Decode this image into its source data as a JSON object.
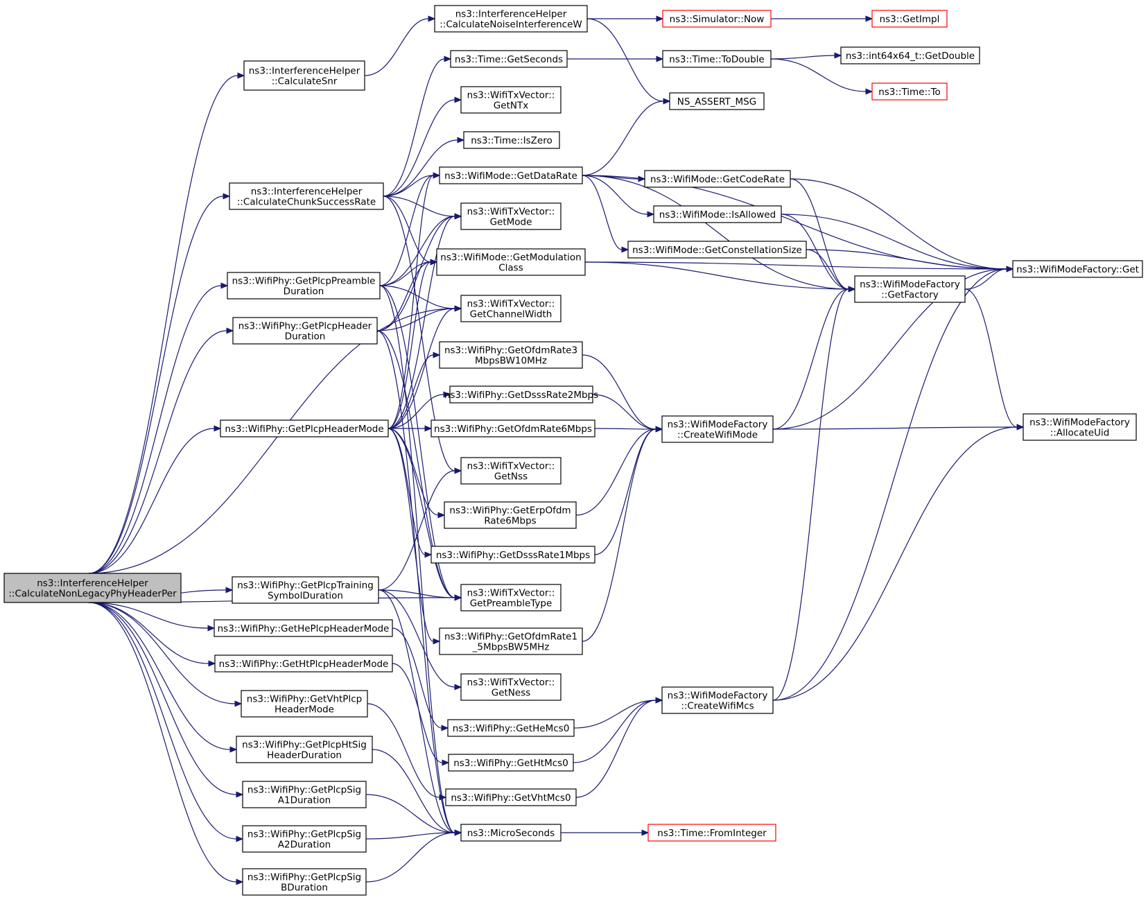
{
  "colors": {
    "edge": "#191970",
    "node_border": "#000000",
    "truncated_border": "#ff0000",
    "root_fill": "#bfbfbf",
    "node_fill": "#ffffff"
  },
  "nodes": [
    {
      "id": "root",
      "lines": [
        "ns3::InterferenceHelper",
        "::CalculateNonLegacyPhyHeaderPer"
      ],
      "style": "root"
    },
    {
      "id": "cnw",
      "lines": [
        "ns3::InterferenceHelper",
        "::CalculateNoiseInterferenceW"
      ],
      "style": "normal"
    },
    {
      "id": "snow",
      "lines": [
        "ns3::Simulator::Now"
      ],
      "style": "truncated"
    },
    {
      "id": "getimpl",
      "lines": [
        "ns3::GetImpl"
      ],
      "style": "truncated"
    },
    {
      "id": "csnr",
      "lines": [
        "ns3::InterferenceHelper",
        "::CalculateSnr"
      ],
      "style": "normal"
    },
    {
      "id": "tgs",
      "lines": [
        "ns3::Time::GetSeconds"
      ],
      "style": "normal"
    },
    {
      "id": "ttd",
      "lines": [
        "ns3::Time::ToDouble"
      ],
      "style": "normal"
    },
    {
      "id": "i64",
      "lines": [
        "ns3::int64x64_t::GetDouble"
      ],
      "style": "normal"
    },
    {
      "id": "tto",
      "lines": [
        "ns3::Time::To"
      ],
      "style": "truncated"
    },
    {
      "id": "ntx",
      "lines": [
        "ns3::WifiTxVector::",
        "GetNTx"
      ],
      "style": "normal"
    },
    {
      "id": "nam",
      "lines": [
        "NS_ASSERT_MSG"
      ],
      "style": "normal"
    },
    {
      "id": "tiz",
      "lines": [
        "ns3::Time::IsZero"
      ],
      "style": "normal"
    },
    {
      "id": "ccsr",
      "lines": [
        "ns3::InterferenceHelper",
        "::CalculateChunkSuccessRate"
      ],
      "style": "normal"
    },
    {
      "id": "gdr",
      "lines": [
        "ns3::WifiMode::GetDataRate"
      ],
      "style": "normal"
    },
    {
      "id": "gcr",
      "lines": [
        "ns3::WifiMode::GetCodeRate"
      ],
      "style": "normal"
    },
    {
      "id": "gmode",
      "lines": [
        "ns3::WifiTxVector::",
        "GetMode"
      ],
      "style": "normal"
    },
    {
      "id": "isal",
      "lines": [
        "ns3::WifiMode::IsAllowed"
      ],
      "style": "normal"
    },
    {
      "id": "wmfget",
      "lines": [
        "ns3::WifiModeFactory::Get"
      ],
      "style": "normal"
    },
    {
      "id": "gcs",
      "lines": [
        "ns3::WifiMode::GetConstellationSize"
      ],
      "style": "normal"
    },
    {
      "id": "ppd",
      "lines": [
        "ns3::WifiPhy::GetPlcpPreamble",
        "Duration"
      ],
      "style": "normal"
    },
    {
      "id": "gmc",
      "lines": [
        "ns3::WifiMode::GetModulation",
        "Class"
      ],
      "style": "normal"
    },
    {
      "id": "gfac",
      "lines": [
        "ns3::WifiModeFactory",
        "::GetFactory"
      ],
      "style": "normal"
    },
    {
      "id": "phd",
      "lines": [
        "ns3::WifiPhy::GetPlcpHeader",
        "Duration"
      ],
      "style": "normal"
    },
    {
      "id": "gcw",
      "lines": [
        "ns3::WifiTxVector::",
        "GetChannelWidth"
      ],
      "style": "normal"
    },
    {
      "id": "o3",
      "lines": [
        "ns3::WifiPhy::GetOfdmRate3",
        "MbpsBW10MHz"
      ],
      "style": "normal"
    },
    {
      "id": "d2",
      "lines": [
        "ns3::WifiPhy::GetDsssRate2Mbps"
      ],
      "style": "normal"
    },
    {
      "id": "phm",
      "lines": [
        "ns3::WifiPhy::GetPlcpHeaderMode"
      ],
      "style": "normal"
    },
    {
      "id": "o6",
      "lines": [
        "ns3::WifiPhy::GetOfdmRate6Mbps"
      ],
      "style": "normal"
    },
    {
      "id": "cwm",
      "lines": [
        "ns3::WifiModeFactory",
        "::CreateWifiMode"
      ],
      "style": "normal"
    },
    {
      "id": "auid",
      "lines": [
        "ns3::WifiModeFactory",
        "::AllocateUid"
      ],
      "style": "normal"
    },
    {
      "id": "gnss",
      "lines": [
        "ns3::WifiTxVector::",
        "GetNss"
      ],
      "style": "normal"
    },
    {
      "id": "erp",
      "lines": [
        "ns3::WifiPhy::GetErpOfdm",
        "Rate6Mbps"
      ],
      "style": "normal"
    },
    {
      "id": "d1",
      "lines": [
        "ns3::WifiPhy::GetDsssRate1Mbps"
      ],
      "style": "normal"
    },
    {
      "id": "ptsd",
      "lines": [
        "ns3::WifiPhy::GetPlcpTraining",
        "SymbolDuration"
      ],
      "style": "normal"
    },
    {
      "id": "gpt",
      "lines": [
        "ns3::WifiTxVector::",
        "GetPreambleType"
      ],
      "style": "normal"
    },
    {
      "id": "hephm",
      "lines": [
        "ns3::WifiPhy::GetHePlcpHeaderMode"
      ],
      "style": "normal"
    },
    {
      "id": "o15",
      "lines": [
        "ns3::WifiPhy::GetOfdmRate1",
        "_5MbpsBW5MHz"
      ],
      "style": "normal"
    },
    {
      "id": "htphm",
      "lines": [
        "ns3::WifiPhy::GetHtPlcpHeaderMode"
      ],
      "style": "normal"
    },
    {
      "id": "gness",
      "lines": [
        "ns3::WifiTxVector::",
        "GetNess"
      ],
      "style": "normal"
    },
    {
      "id": "vhtphm",
      "lines": [
        "ns3::WifiPhy::GetVhtPlcp",
        "HeaderMode"
      ],
      "style": "normal"
    },
    {
      "id": "cwmcs",
      "lines": [
        "ns3::WifiModeFactory",
        "::CreateWifiMcs"
      ],
      "style": "normal"
    },
    {
      "id": "hemcs",
      "lines": [
        "ns3::WifiPhy::GetHeMcs0"
      ],
      "style": "normal"
    },
    {
      "id": "phtsig",
      "lines": [
        "ns3::WifiPhy::GetPlcpHtSig",
        "HeaderDuration"
      ],
      "style": "normal"
    },
    {
      "id": "htmcs",
      "lines": [
        "ns3::WifiPhy::GetHtMcs0"
      ],
      "style": "normal"
    },
    {
      "id": "vhtmcs",
      "lines": [
        "ns3::WifiPhy::GetVhtMcs0"
      ],
      "style": "normal"
    },
    {
      "id": "sa1",
      "lines": [
        "ns3::WifiPhy::GetPlcpSig",
        "A1Duration"
      ],
      "style": "normal"
    },
    {
      "id": "micro",
      "lines": [
        "ns3::MicroSeconds"
      ],
      "style": "normal"
    },
    {
      "id": "tfi",
      "lines": [
        "ns3::Time::FromInteger"
      ],
      "style": "truncated"
    },
    {
      "id": "sa2",
      "lines": [
        "ns3::WifiPhy::GetPlcpSig",
        "A2Duration"
      ],
      "style": "normal"
    },
    {
      "id": "sb",
      "lines": [
        "ns3::WifiPhy::GetPlcpSig",
        "BDuration"
      ],
      "style": "normal"
    }
  ],
  "edges": [
    [
      "root",
      "csnr"
    ],
    [
      "root",
      "ccsr"
    ],
    [
      "root",
      "ppd"
    ],
    [
      "root",
      "phd"
    ],
    [
      "root",
      "phm"
    ],
    [
      "root",
      "gcw"
    ],
    [
      "root",
      "gpt"
    ],
    [
      "root",
      "ptsd"
    ],
    [
      "root",
      "hephm"
    ],
    [
      "root",
      "htphm"
    ],
    [
      "root",
      "vhtphm"
    ],
    [
      "root",
      "phtsig"
    ],
    [
      "root",
      "sa1"
    ],
    [
      "root",
      "sa2"
    ],
    [
      "root",
      "sb"
    ],
    [
      "csnr",
      "cnw"
    ],
    [
      "cnw",
      "snow"
    ],
    [
      "cnw",
      "nam"
    ],
    [
      "snow",
      "getimpl"
    ],
    [
      "ccsr",
      "tgs"
    ],
    [
      "ccsr",
      "ntx"
    ],
    [
      "ccsr",
      "tiz"
    ],
    [
      "ccsr",
      "gdr"
    ],
    [
      "ccsr",
      "gmode"
    ],
    [
      "ccsr",
      "gmc"
    ],
    [
      "ccsr",
      "gnss"
    ],
    [
      "tgs",
      "ttd"
    ],
    [
      "ttd",
      "i64"
    ],
    [
      "ttd",
      "tto"
    ],
    [
      "gdr",
      "nam"
    ],
    [
      "gdr",
      "gcr"
    ],
    [
      "gdr",
      "isal"
    ],
    [
      "gdr",
      "gcs"
    ],
    [
      "gdr",
      "wmfget"
    ],
    [
      "gdr",
      "gfac"
    ],
    [
      "gcr",
      "wmfget"
    ],
    [
      "gcr",
      "gfac"
    ],
    [
      "isal",
      "wmfget"
    ],
    [
      "isal",
      "gfac"
    ],
    [
      "gcs",
      "wmfget"
    ],
    [
      "gcs",
      "gfac"
    ],
    [
      "gmc",
      "gfac"
    ],
    [
      "gmc",
      "wmfget"
    ],
    [
      "gfac",
      "wmfget"
    ],
    [
      "gfac",
      "auid"
    ],
    [
      "ppd",
      "gdr"
    ],
    [
      "ppd",
      "gmode"
    ],
    [
      "ppd",
      "gmc"
    ],
    [
      "ppd",
      "gcw"
    ],
    [
      "ppd",
      "gpt"
    ],
    [
      "ppd",
      "micro"
    ],
    [
      "phd",
      "gmode"
    ],
    [
      "phd",
      "gmc"
    ],
    [
      "phd",
      "gcw"
    ],
    [
      "phd",
      "gpt"
    ],
    [
      "phd",
      "micro"
    ],
    [
      "phm",
      "gdr"
    ],
    [
      "phm",
      "gmode"
    ],
    [
      "phm",
      "gmc"
    ],
    [
      "phm",
      "gcw"
    ],
    [
      "phm",
      "o3"
    ],
    [
      "phm",
      "d2"
    ],
    [
      "phm",
      "o6"
    ],
    [
      "phm",
      "erp"
    ],
    [
      "phm",
      "d1"
    ],
    [
      "phm",
      "gpt"
    ],
    [
      "phm",
      "o15"
    ],
    [
      "o3",
      "cwm"
    ],
    [
      "d2",
      "cwm"
    ],
    [
      "o6",
      "cwm"
    ],
    [
      "erp",
      "cwm"
    ],
    [
      "d1",
      "cwm"
    ],
    [
      "o15",
      "cwm"
    ],
    [
      "cwm",
      "gfac"
    ],
    [
      "cwm",
      "wmfget"
    ],
    [
      "cwm",
      "auid"
    ],
    [
      "ptsd",
      "gnss"
    ],
    [
      "ptsd",
      "gpt"
    ],
    [
      "ptsd",
      "gness"
    ],
    [
      "ptsd",
      "micro"
    ],
    [
      "hephm",
      "hemcs"
    ],
    [
      "htphm",
      "htmcs"
    ],
    [
      "vhtphm",
      "vhtmcs"
    ],
    [
      "hemcs",
      "cwmcs"
    ],
    [
      "htmcs",
      "cwmcs"
    ],
    [
      "vhtmcs",
      "cwmcs"
    ],
    [
      "cwmcs",
      "gfac"
    ],
    [
      "cwmcs",
      "wmfget"
    ],
    [
      "cwmcs",
      "auid"
    ],
    [
      "phtsig",
      "micro"
    ],
    [
      "sa1",
      "micro"
    ],
    [
      "sa2",
      "micro"
    ],
    [
      "sb",
      "micro"
    ],
    [
      "micro",
      "tfi"
    ]
  ]
}
